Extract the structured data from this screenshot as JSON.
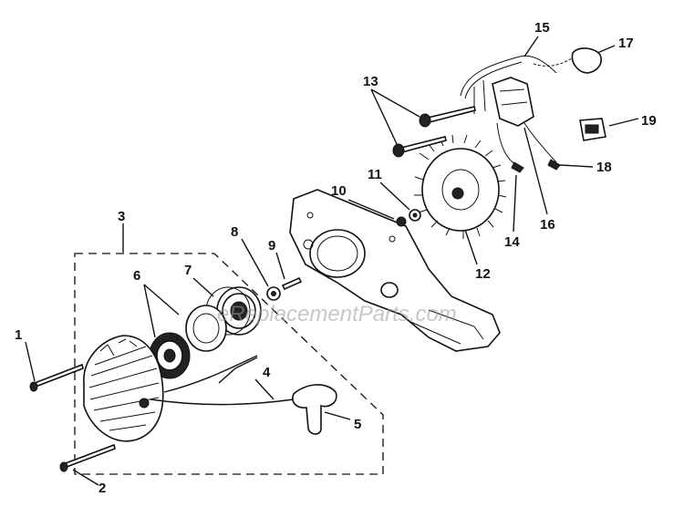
{
  "callouts": [
    {
      "id": "1",
      "label": "1"
    },
    {
      "id": "2",
      "label": "2"
    },
    {
      "id": "3",
      "label": "3"
    },
    {
      "id": "4",
      "label": "4"
    },
    {
      "id": "5",
      "label": "5"
    },
    {
      "id": "6",
      "label": "6"
    },
    {
      "id": "7",
      "label": "7"
    },
    {
      "id": "8",
      "label": "8"
    },
    {
      "id": "9",
      "label": "9"
    },
    {
      "id": "10",
      "label": "10"
    },
    {
      "id": "11",
      "label": "11"
    },
    {
      "id": "12",
      "label": "12"
    },
    {
      "id": "13",
      "label": "13"
    },
    {
      "id": "14",
      "label": "14"
    },
    {
      "id": "15",
      "label": "15"
    },
    {
      "id": "16",
      "label": "16"
    },
    {
      "id": "17",
      "label": "17"
    },
    {
      "id": "18",
      "label": "18"
    },
    {
      "id": "19",
      "label": "19"
    }
  ],
  "watermark": "eReplacementParts.com"
}
